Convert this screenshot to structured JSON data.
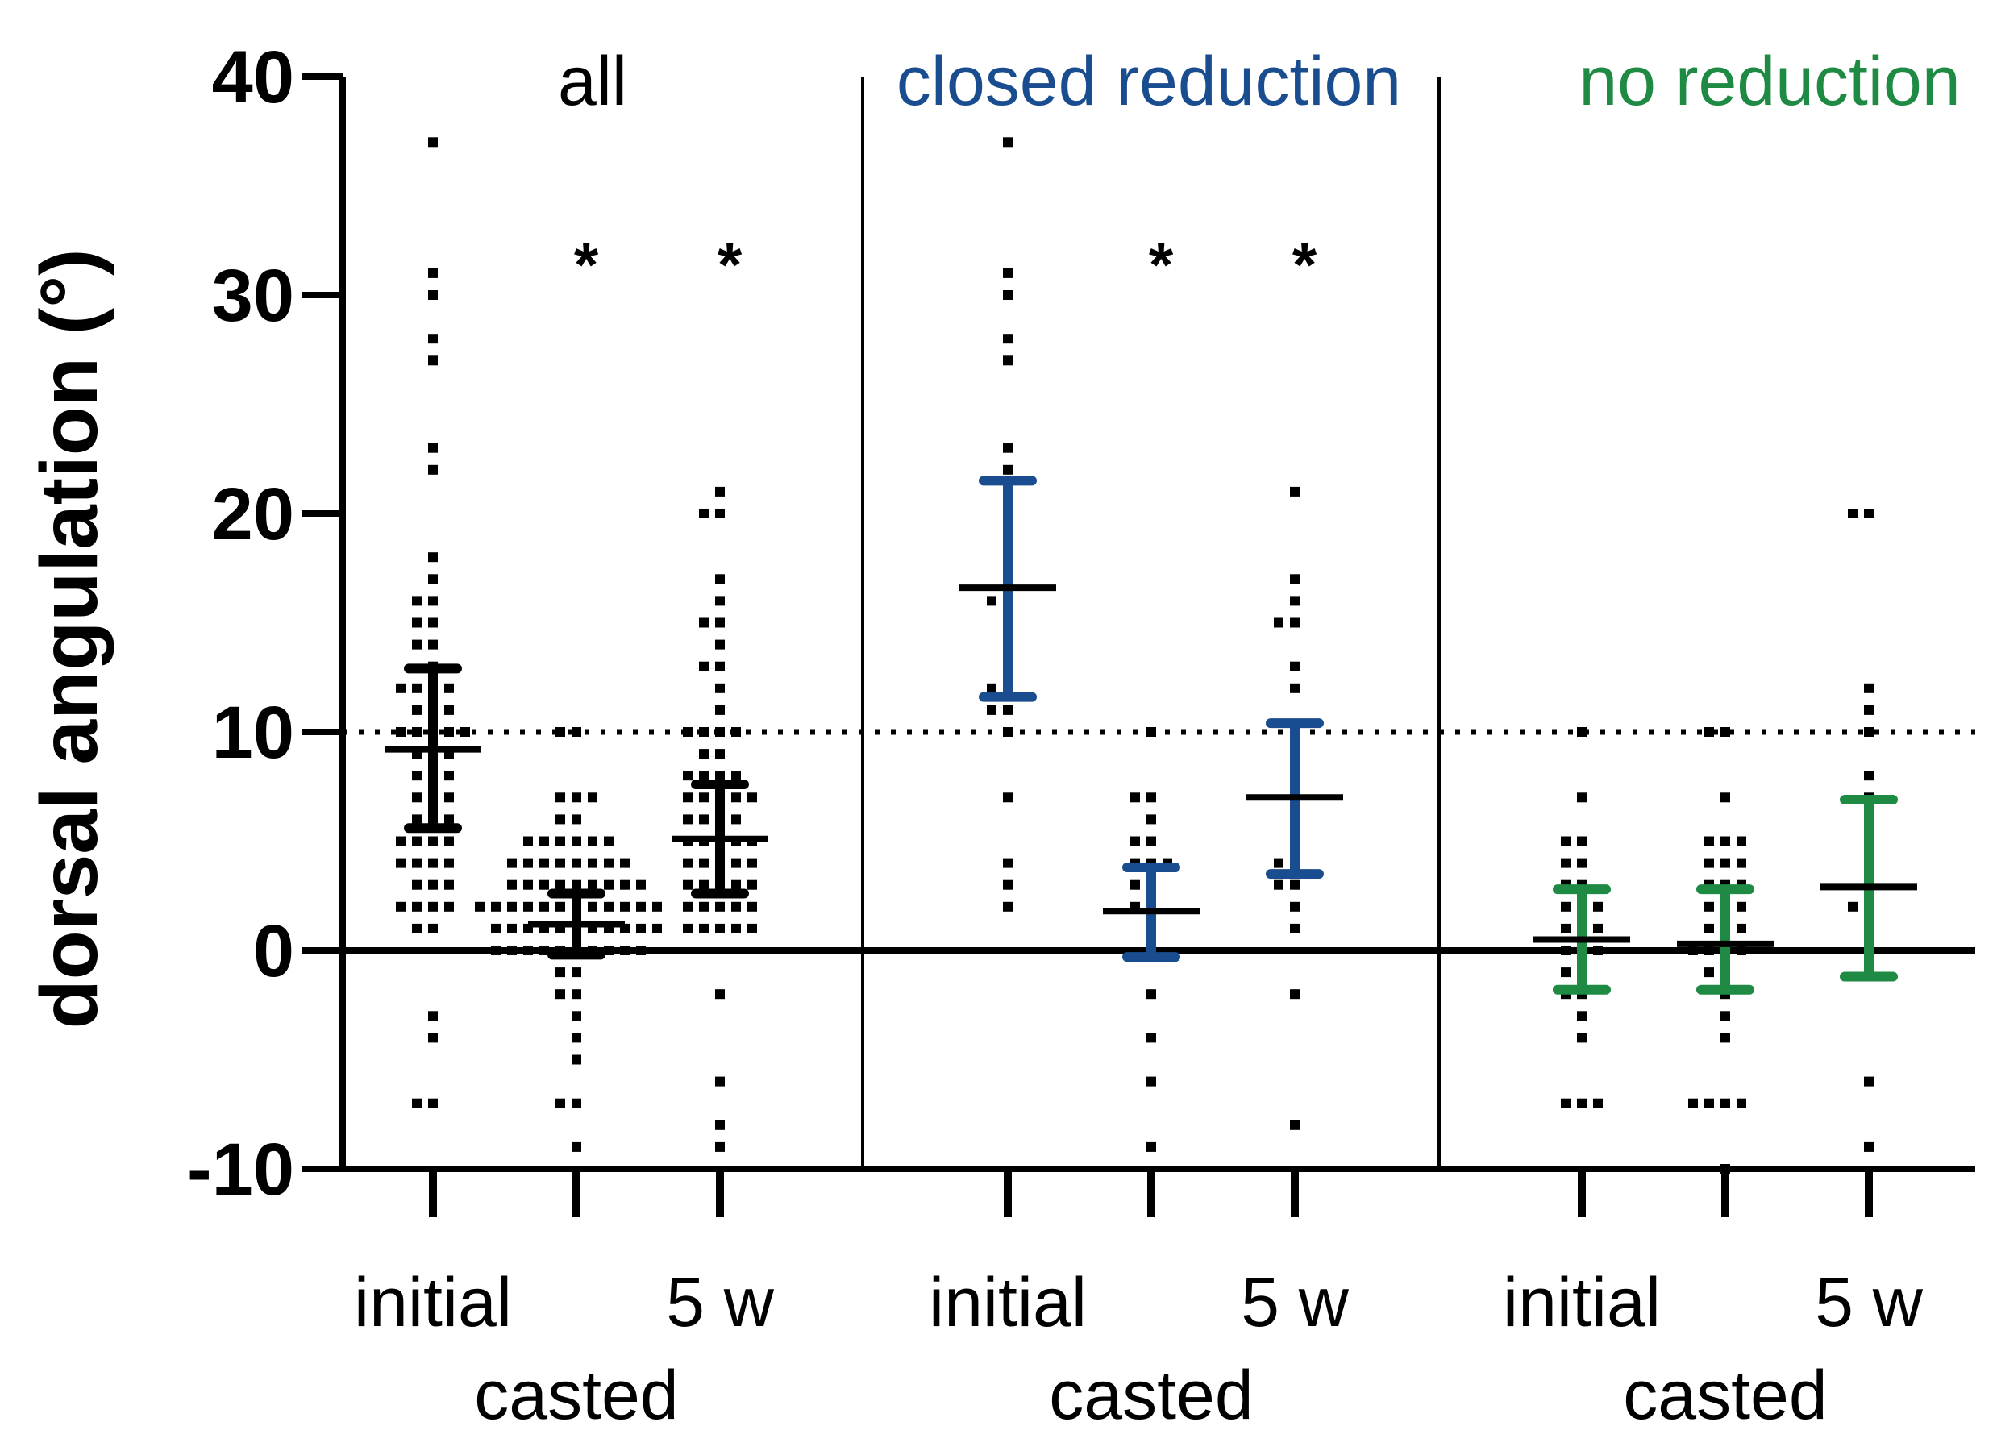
{
  "chart_data": {
    "type": "scatter",
    "ylabel": "dorsal angulation (°)",
    "ylim": [
      -10,
      40
    ],
    "yticks": [
      "-10",
      "0",
      "10",
      "20",
      "30",
      "40"
    ],
    "reference_line": {
      "y": 10,
      "style": "dotted"
    },
    "zero_line": {
      "y": 0
    },
    "colors": {
      "all": "#000000",
      "closed": "#1a4d8f",
      "none": "#1e8a43"
    },
    "panels": [
      {
        "title": "all",
        "color": "#000000",
        "groups": [
          {
            "label": "initial",
            "mean": 9.2,
            "ci": [
              5.6,
              12.9
            ],
            "significant": false,
            "values": [
              37,
              31,
              30,
              28,
              27,
              23,
              22,
              18,
              17,
              16,
              16,
              15,
              15,
              14,
              14,
              13,
              12,
              12,
              12,
              12,
              11,
              11,
              11,
              10,
              10,
              10,
              10,
              10,
              9,
              9,
              9,
              8,
              8,
              8,
              7,
              7,
              7,
              6,
              6,
              6,
              5,
              5,
              5,
              5,
              4,
              4,
              4,
              4,
              3,
              3,
              3,
              2,
              2,
              2,
              2,
              1,
              1,
              -3,
              -4,
              -7,
              -7
            ]
          },
          {
            "label": "casted",
            "mean": 1.2,
            "ci": [
              -0.2,
              2.6
            ],
            "significant": true,
            "values": [
              10,
              10,
              7,
              7,
              7,
              6,
              6,
              5,
              5,
              5,
              5,
              5,
              5,
              4,
              4,
              4,
              4,
              4,
              4,
              4,
              4,
              3,
              3,
              3,
              3,
              3,
              3,
              3,
              3,
              3,
              2,
              2,
              2,
              2,
              2,
              2,
              2,
              2,
              2,
              2,
              2,
              2,
              1,
              1,
              1,
              1,
              1,
              1,
              1,
              1,
              1,
              1,
              1,
              0,
              0,
              0,
              0,
              0,
              0,
              0,
              0,
              0,
              0,
              -1,
              -1,
              -2,
              -2,
              -3,
              -4,
              -5,
              -7,
              -7,
              -9
            ]
          },
          {
            "label": "5 w",
            "mean": 5.1,
            "ci": [
              2.6,
              7.6
            ],
            "significant": true,
            "values": [
              21,
              20,
              20,
              17,
              16,
              15,
              15,
              14,
              13,
              13,
              12,
              11,
              10,
              10,
              10,
              10,
              9,
              9,
              8,
              8,
              8,
              8,
              7,
              7,
              7,
              7,
              7,
              6,
              6,
              6,
              6,
              5,
              5,
              5,
              5,
              5,
              4,
              4,
              4,
              4,
              4,
              3,
              3,
              3,
              3,
              3,
              2,
              2,
              2,
              2,
              2,
              1,
              1,
              1,
              1,
              1,
              -2,
              -6,
              -8,
              -9
            ]
          }
        ]
      },
      {
        "title": "closed reduction",
        "color": "#1a4d8f",
        "groups": [
          {
            "label": "initial",
            "mean": 16.6,
            "ci": [
              11.6,
              21.5
            ],
            "significant": false,
            "values": [
              37,
              31,
              30,
              28,
              27,
              23,
              22,
              18,
              17,
              16,
              16,
              15,
              14,
              12,
              12,
              11,
              11,
              10,
              7,
              4,
              3,
              2
            ]
          },
          {
            "label": "casted",
            "mean": 1.8,
            "ci": [
              -0.3,
              3.8
            ],
            "significant": true,
            "values": [
              10,
              7,
              7,
              6,
              5,
              5,
              4,
              4,
              4,
              3,
              3,
              2,
              2,
              1,
              0,
              -2,
              -4,
              -6,
              -9
            ]
          },
          {
            "label": "5 w",
            "mean": 7.0,
            "ci": [
              3.5,
              10.4
            ],
            "significant": true,
            "values": [
              21,
              17,
              16,
              15,
              15,
              13,
              12,
              10,
              9,
              8,
              7,
              6,
              5,
              4,
              4,
              3,
              3,
              2,
              1,
              -2,
              -8
            ]
          }
        ]
      },
      {
        "title": "no reduction",
        "color": "#1e8a43",
        "groups": [
          {
            "label": "initial",
            "mean": 0.5,
            "ci": [
              -1.8,
              2.8
            ],
            "significant": false,
            "values": [
              10,
              7,
              5,
              5,
              4,
              4,
              3,
              3,
              2,
              2,
              2,
              1,
              1,
              1,
              0,
              0,
              0,
              -1,
              -1,
              -2,
              -2,
              -3,
              -4,
              -7,
              -7,
              -7
            ]
          },
          {
            "label": "casted",
            "mean": 0.3,
            "ci": [
              -1.8,
              2.8
            ],
            "significant": false,
            "values": [
              10,
              10,
              7,
              5,
              5,
              5,
              4,
              4,
              4,
              3,
              3,
              3,
              2,
              2,
              2,
              1,
              1,
              1,
              0,
              0,
              0,
              0,
              -1,
              -1,
              -2,
              -3,
              -4,
              -7,
              -7,
              -7,
              -7,
              -10
            ]
          },
          {
            "label": "5 w",
            "mean": 2.9,
            "ci": [
              -1.2,
              6.9
            ],
            "significant": false,
            "values": [
              20,
              20,
              12,
              11,
              10,
              8,
              7,
              6,
              5,
              4,
              3,
              2,
              2,
              1,
              0,
              -1,
              -6,
              -9
            ]
          }
        ]
      }
    ]
  }
}
